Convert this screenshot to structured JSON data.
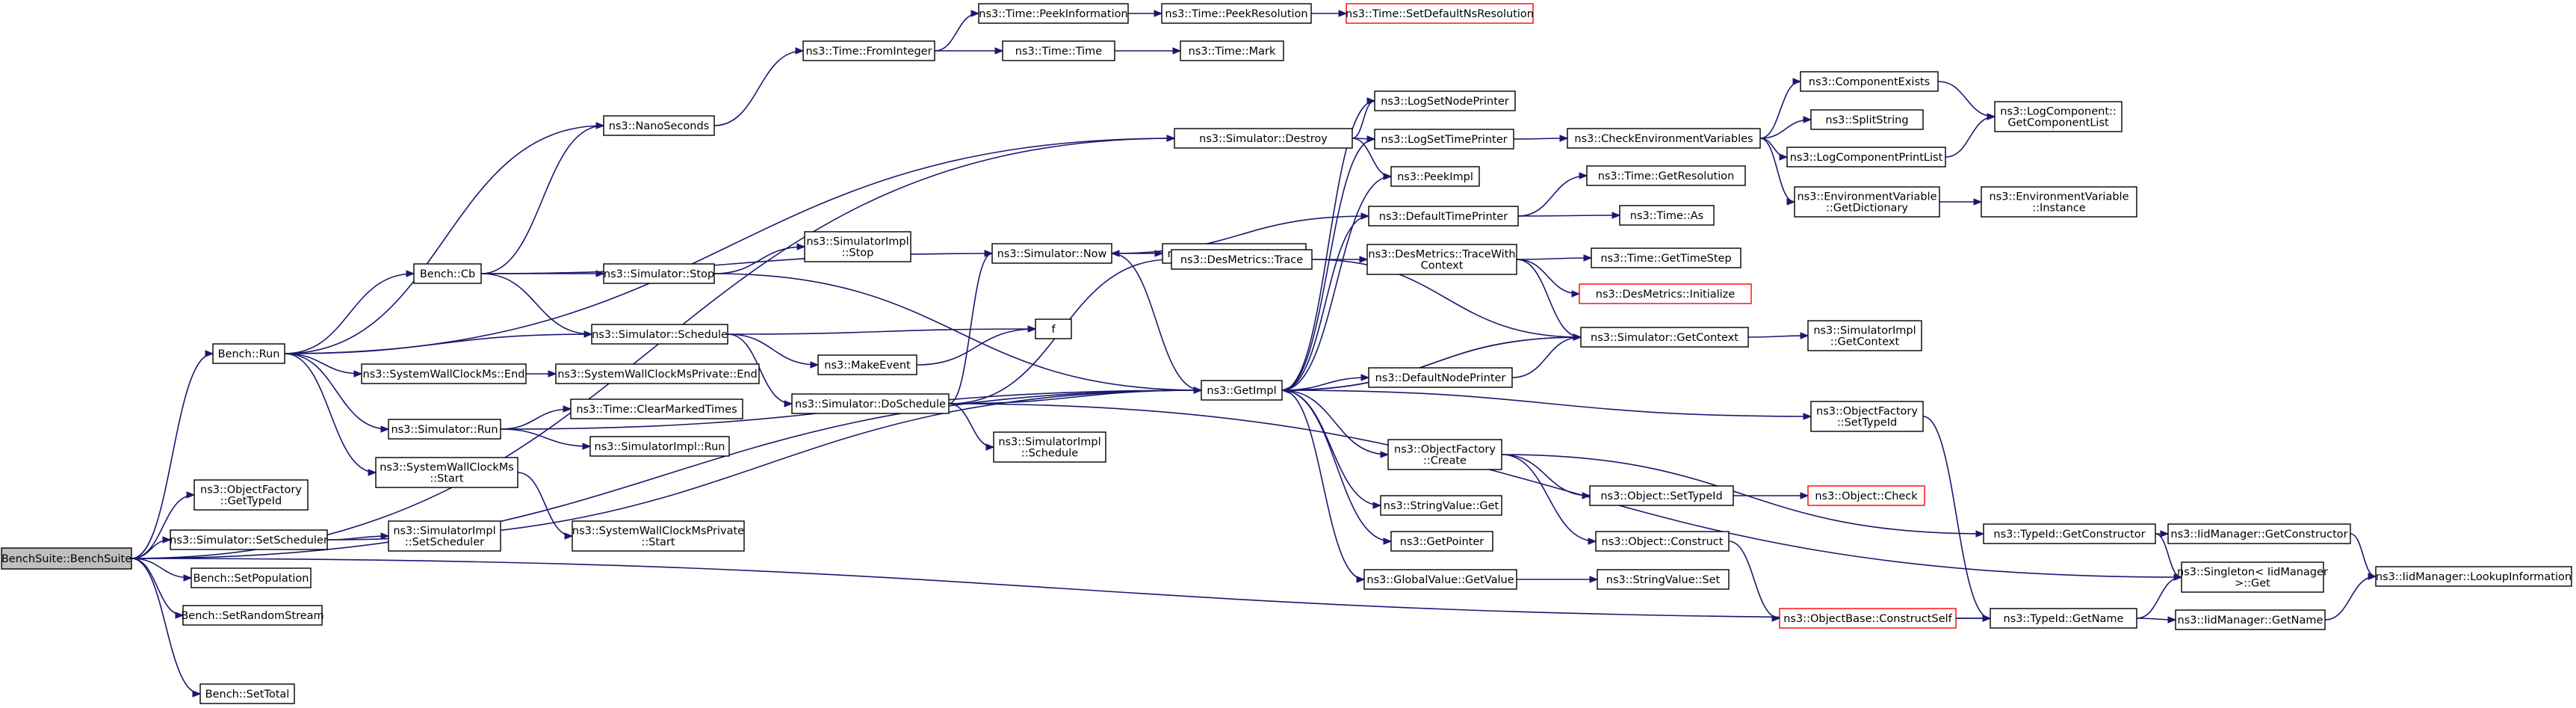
{
  "graph": {
    "title": "",
    "nodes": [
      {
        "id": "root",
        "lines": [
          "BenchSuite::BenchSuite"
        ],
        "style": "root"
      },
      {
        "id": "bench_run",
        "lines": [
          "Bench::Run"
        ]
      },
      {
        "id": "of_gettypeid_left",
        "lines": [
          "ns3::ObjectFactory",
          "::GetTypeId"
        ]
      },
      {
        "id": "sim_setscheduler",
        "lines": [
          "ns3::Simulator::SetScheduler"
        ]
      },
      {
        "id": "bench_setpopulation",
        "lines": [
          "Bench::SetPopulation"
        ]
      },
      {
        "id": "bench_setrandomstream",
        "lines": [
          "Bench::SetRandomStream"
        ]
      },
      {
        "id": "bench_settotal",
        "lines": [
          "Bench::SetTotal"
        ]
      },
      {
        "id": "bench_cb",
        "lines": [
          "Bench::Cb"
        ]
      },
      {
        "id": "sim_schedule",
        "lines": [
          "ns3::Simulator::Schedule"
        ]
      },
      {
        "id": "swc_end",
        "lines": [
          "ns3::SystemWallClockMs::End"
        ]
      },
      {
        "id": "sim_run",
        "lines": [
          "ns3::Simulator::Run"
        ]
      },
      {
        "id": "swc_start",
        "lines": [
          "ns3::SystemWallClockMs",
          "::Start"
        ]
      },
      {
        "id": "simimpl_setscheduler",
        "lines": [
          "ns3::SimulatorImpl",
          "::SetScheduler"
        ]
      },
      {
        "id": "nanoseconds",
        "lines": [
          "ns3::NanoSeconds"
        ]
      },
      {
        "id": "sim_stop",
        "lines": [
          "ns3::Simulator::Stop"
        ]
      },
      {
        "id": "swcp_end",
        "lines": [
          "ns3::SystemWallClockMsPrivate::End"
        ]
      },
      {
        "id": "time_clearmarked",
        "lines": [
          "ns3::Time::ClearMarkedTimes"
        ]
      },
      {
        "id": "simimpl_run",
        "lines": [
          "ns3::SimulatorImpl::Run"
        ]
      },
      {
        "id": "swcp_start",
        "lines": [
          "ns3::SystemWallClockMsPrivate",
          "::Start"
        ]
      },
      {
        "id": "time_frominteger",
        "lines": [
          "ns3::Time::FromInteger"
        ]
      },
      {
        "id": "simimpl_stop",
        "lines": [
          "ns3::SimulatorImpl",
          "::Stop"
        ]
      },
      {
        "id": "sim_now",
        "lines": [
          "ns3::Simulator::Now"
        ]
      },
      {
        "id": "makeevent",
        "lines": [
          "ns3::MakeEvent"
        ]
      },
      {
        "id": "sim_doschedule",
        "lines": [
          "ns3::Simulator::DoSchedule"
        ]
      },
      {
        "id": "f",
        "lines": [
          "f"
        ]
      },
      {
        "id": "simimpl_schedule",
        "lines": [
          "ns3::SimulatorImpl",
          "::Schedule"
        ]
      },
      {
        "id": "time_peekinformation",
        "lines": [
          "ns3::Time::PeekInformation"
        ]
      },
      {
        "id": "time_time",
        "lines": [
          "ns3::Time::Time"
        ]
      },
      {
        "id": "time_peekresolution",
        "lines": [
          "ns3::Time::PeekResolution"
        ]
      },
      {
        "id": "time_mark",
        "lines": [
          "ns3::Time::Mark"
        ]
      },
      {
        "id": "time_setdefaultnsres",
        "lines": [
          "ns3::Time::SetDefaultNsResolution"
        ],
        "style": "red"
      },
      {
        "id": "sim_destroy",
        "lines": [
          "ns3::Simulator::Destroy"
        ]
      },
      {
        "id": "simimpl_now",
        "lines": [
          "ns3::SimulatorImpl::Now"
        ]
      },
      {
        "id": "desmetrics_trace",
        "lines": [
          "ns3::DesMetrics::Trace"
        ]
      },
      {
        "id": "getimpl",
        "lines": [
          "ns3::GetImpl"
        ]
      },
      {
        "id": "logsetnodeprinter",
        "lines": [
          "ns3::LogSetNodePrinter"
        ]
      },
      {
        "id": "logsettimeprinter",
        "lines": [
          "ns3::LogSetTimePrinter"
        ]
      },
      {
        "id": "peekimpl",
        "lines": [
          "ns3::PeekImpl"
        ]
      },
      {
        "id": "defaulttimeprinter",
        "lines": [
          "ns3::DefaultTimePrinter"
        ]
      },
      {
        "id": "desmetrics_tracewith",
        "lines": [
          "ns3::DesMetrics::TraceWith",
          "Context"
        ]
      },
      {
        "id": "defaultnodeprinter",
        "lines": [
          "ns3::DefaultNodePrinter"
        ]
      },
      {
        "id": "of_create",
        "lines": [
          "ns3::ObjectFactory",
          "::Create"
        ]
      },
      {
        "id": "stringvalue_get",
        "lines": [
          "ns3::StringValue::Get"
        ]
      },
      {
        "id": "getpointer",
        "lines": [
          "ns3::GetPointer"
        ]
      },
      {
        "id": "globalvalue_getvalue",
        "lines": [
          "ns3::GlobalValue::GetValue"
        ]
      },
      {
        "id": "checkenvvars",
        "lines": [
          "ns3::CheckEnvironmentVariables"
        ]
      },
      {
        "id": "time_getresolution",
        "lines": [
          "ns3::Time::GetResolution"
        ]
      },
      {
        "id": "time_as",
        "lines": [
          "ns3::Time::As"
        ]
      },
      {
        "id": "time_gettimestep",
        "lines": [
          "ns3::Time::GetTimeStep"
        ]
      },
      {
        "id": "desmetrics_initialize",
        "lines": [
          "ns3::DesMetrics::Initialize"
        ],
        "style": "red"
      },
      {
        "id": "sim_getcontext",
        "lines": [
          "ns3::Simulator::GetContext"
        ]
      },
      {
        "id": "object_settypeid",
        "lines": [
          "ns3::Object::SetTypeId"
        ]
      },
      {
        "id": "object_construct",
        "lines": [
          "ns3::Object::Construct"
        ]
      },
      {
        "id": "stringvalue_set",
        "lines": [
          "ns3::StringValue::Set"
        ]
      },
      {
        "id": "objectbase_constructself",
        "lines": [
          "ns3::ObjectBase::ConstructSelf"
        ],
        "style": "red"
      },
      {
        "id": "object_check",
        "lines": [
          "ns3::Object::Check"
        ],
        "style": "red"
      },
      {
        "id": "componentexists",
        "lines": [
          "ns3::ComponentExists"
        ]
      },
      {
        "id": "splitstring",
        "lines": [
          "ns3::SplitString"
        ]
      },
      {
        "id": "logcomponentprintlist",
        "lines": [
          "ns3::LogComponentPrintList"
        ]
      },
      {
        "id": "envvar_getdictionary",
        "lines": [
          "ns3::EnvironmentVariable",
          "::GetDictionary"
        ]
      },
      {
        "id": "simimpl_getcontext",
        "lines": [
          "ns3::SimulatorImpl",
          "::GetContext"
        ]
      },
      {
        "id": "of_settypeid",
        "lines": [
          "ns3::ObjectFactory",
          "::SetTypeId"
        ]
      },
      {
        "id": "typeid_getconstructor",
        "lines": [
          "ns3::TypeId::GetConstructor"
        ]
      },
      {
        "id": "typeid_getname",
        "lines": [
          "ns3::TypeId::GetName"
        ]
      },
      {
        "id": "logcomponent_getlist",
        "lines": [
          "ns3::LogComponent::",
          "GetComponentList"
        ]
      },
      {
        "id": "envvar_instance",
        "lines": [
          "ns3::EnvironmentVariable",
          "::Instance"
        ]
      },
      {
        "id": "iidmanager_getconstructor",
        "lines": [
          "ns3::IidManager::GetConstructor"
        ]
      },
      {
        "id": "singleton_get",
        "lines": [
          "ns3::Singleton< IidManager",
          " >::Get"
        ]
      },
      {
        "id": "iidmanager_getname",
        "lines": [
          "ns3::IidManager::GetName"
        ]
      },
      {
        "id": "iidmanager_lookupinfo",
        "lines": [
          "ns3::IidManager::LookupInformation"
        ]
      }
    ],
    "edges": [
      [
        "root",
        "bench_run"
      ],
      [
        "root",
        "of_gettypeid_left"
      ],
      [
        "root",
        "sim_setscheduler"
      ],
      [
        "root",
        "bench_setpopulation"
      ],
      [
        "root",
        "bench_setrandomstream"
      ],
      [
        "root",
        "bench_settotal"
      ],
      [
        "root",
        "sim_destroy"
      ],
      [
        "root",
        "getimpl"
      ],
      [
        "root",
        "typeid_getname"
      ],
      [
        "bench_run",
        "bench_cb"
      ],
      [
        "bench_run",
        "nanoseconds"
      ],
      [
        "bench_run",
        "sim_schedule"
      ],
      [
        "bench_run",
        "swc_end"
      ],
      [
        "bench_run",
        "sim_run"
      ],
      [
        "bench_run",
        "swc_start"
      ],
      [
        "bench_run",
        "sim_destroy"
      ],
      [
        "sim_setscheduler",
        "simimpl_setscheduler"
      ],
      [
        "sim_setscheduler",
        "getimpl"
      ],
      [
        "bench_cb",
        "nanoseconds"
      ],
      [
        "bench_cb",
        "sim_now"
      ],
      [
        "bench_cb",
        "sim_stop"
      ],
      [
        "bench_cb",
        "sim_schedule"
      ],
      [
        "nanoseconds",
        "time_frominteger"
      ],
      [
        "sim_stop",
        "simimpl_stop"
      ],
      [
        "sim_stop",
        "getimpl"
      ],
      [
        "sim_schedule",
        "f"
      ],
      [
        "sim_schedule",
        "makeevent"
      ],
      [
        "sim_schedule",
        "sim_doschedule"
      ],
      [
        "swc_end",
        "swcp_end"
      ],
      [
        "sim_run",
        "time_clearmarked"
      ],
      [
        "sim_run",
        "simimpl_run"
      ],
      [
        "sim_run",
        "getimpl"
      ],
      [
        "swc_start",
        "swcp_start"
      ],
      [
        "makeevent",
        "f"
      ],
      [
        "sim_doschedule",
        "sim_now"
      ],
      [
        "sim_doschedule",
        "desmetrics_trace"
      ],
      [
        "sim_doschedule",
        "getimpl"
      ],
      [
        "sim_doschedule",
        "simimpl_schedule"
      ],
      [
        "sim_doschedule",
        "singleton_get"
      ],
      [
        "sim_now",
        "simimpl_now"
      ],
      [
        "sim_now",
        "getimpl"
      ],
      [
        "time_frominteger",
        "time_peekinformation"
      ],
      [
        "time_frominteger",
        "time_time"
      ],
      [
        "time_peekinformation",
        "time_peekresolution"
      ],
      [
        "time_peekresolution",
        "time_setdefaultnsres"
      ],
      [
        "time_time",
        "time_mark"
      ],
      [
        "sim_destroy",
        "logsetnodeprinter"
      ],
      [
        "sim_destroy",
        "logsettimeprinter"
      ],
      [
        "sim_destroy",
        "peekimpl"
      ],
      [
        "desmetrics_trace",
        "desmetrics_tracewith"
      ],
      [
        "desmetrics_trace",
        "sim_getcontext"
      ],
      [
        "getimpl",
        "logsetnodeprinter"
      ],
      [
        "getimpl",
        "logsettimeprinter"
      ],
      [
        "getimpl",
        "peekimpl"
      ],
      [
        "getimpl",
        "defaulttimeprinter"
      ],
      [
        "getimpl",
        "sim_getcontext"
      ],
      [
        "getimpl",
        "defaultnodeprinter"
      ],
      [
        "getimpl",
        "of_create"
      ],
      [
        "getimpl",
        "stringvalue_get"
      ],
      [
        "getimpl",
        "getpointer"
      ],
      [
        "getimpl",
        "globalvalue_getvalue"
      ],
      [
        "getimpl",
        "of_settypeid"
      ],
      [
        "logsettimeprinter",
        "checkenvvars"
      ],
      [
        "defaulttimeprinter",
        "time_getresolution"
      ],
      [
        "defaulttimeprinter",
        "time_as"
      ],
      [
        "defaulttimeprinter",
        "sim_now"
      ],
      [
        "desmetrics_tracewith",
        "time_gettimestep"
      ],
      [
        "desmetrics_tracewith",
        "desmetrics_initialize"
      ],
      [
        "desmetrics_tracewith",
        "sim_getcontext"
      ],
      [
        "defaultnodeprinter",
        "sim_getcontext"
      ],
      [
        "sim_getcontext",
        "simimpl_getcontext"
      ],
      [
        "sim_getcontext",
        "getimpl"
      ],
      [
        "of_create",
        "object_settypeid"
      ],
      [
        "of_create",
        "object_construct"
      ],
      [
        "of_create",
        "typeid_getconstructor"
      ],
      [
        "globalvalue_getvalue",
        "stringvalue_set"
      ],
      [
        "object_settypeid",
        "object_check"
      ],
      [
        "object_construct",
        "objectbase_constructself"
      ],
      [
        "checkenvvars",
        "componentexists"
      ],
      [
        "checkenvvars",
        "splitstring"
      ],
      [
        "checkenvvars",
        "logcomponentprintlist"
      ],
      [
        "checkenvvars",
        "envvar_getdictionary"
      ],
      [
        "componentexists",
        "logcomponent_getlist"
      ],
      [
        "logcomponentprintlist",
        "logcomponent_getlist"
      ],
      [
        "envvar_getdictionary",
        "envvar_instance"
      ],
      [
        "of_settypeid",
        "typeid_getname"
      ],
      [
        "objectbase_constructself",
        "typeid_getname"
      ],
      [
        "typeid_getconstructor",
        "iidmanager_getconstructor"
      ],
      [
        "typeid_getconstructor",
        "singleton_get"
      ],
      [
        "typeid_getname",
        "singleton_get"
      ],
      [
        "typeid_getname",
        "iidmanager_getname"
      ],
      [
        "iidmanager_getconstructor",
        "iidmanager_lookupinfo"
      ],
      [
        "iidmanager_getname",
        "iidmanager_lookupinfo"
      ]
    ]
  }
}
